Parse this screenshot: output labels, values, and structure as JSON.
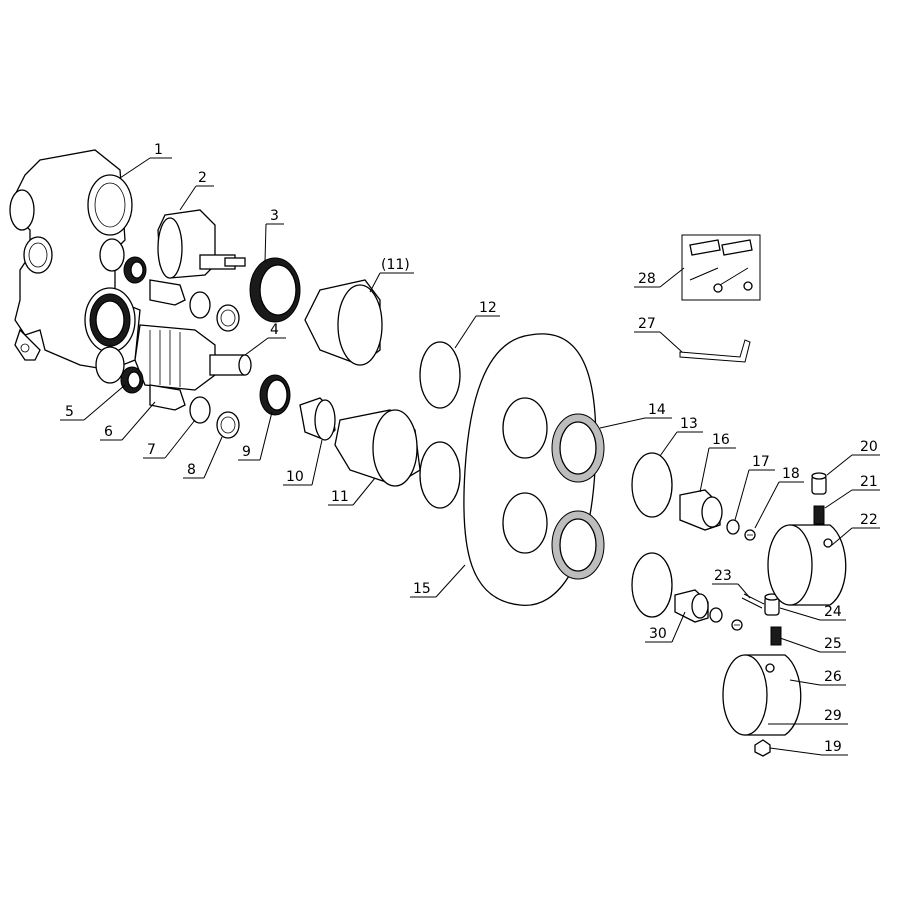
{
  "labels": {
    "p1": "1",
    "p2": "2",
    "p3": "3",
    "p11a": "(11)",
    "p4": "4",
    "p5": "5",
    "p6": "6",
    "p7": "7",
    "p8": "8",
    "p9": "9",
    "p10": "10",
    "p11": "11",
    "p12": "12",
    "p13": "13",
    "p14": "14",
    "p15": "15",
    "p16": "16",
    "p17": "17",
    "p18": "18",
    "p19": "19",
    "p20": "20",
    "p21": "21",
    "p22": "22",
    "p23": "23",
    "p24": "24",
    "p25": "25",
    "p26": "26",
    "p27": "27",
    "p28": "28",
    "p29": "29",
    "p30": "30"
  }
}
